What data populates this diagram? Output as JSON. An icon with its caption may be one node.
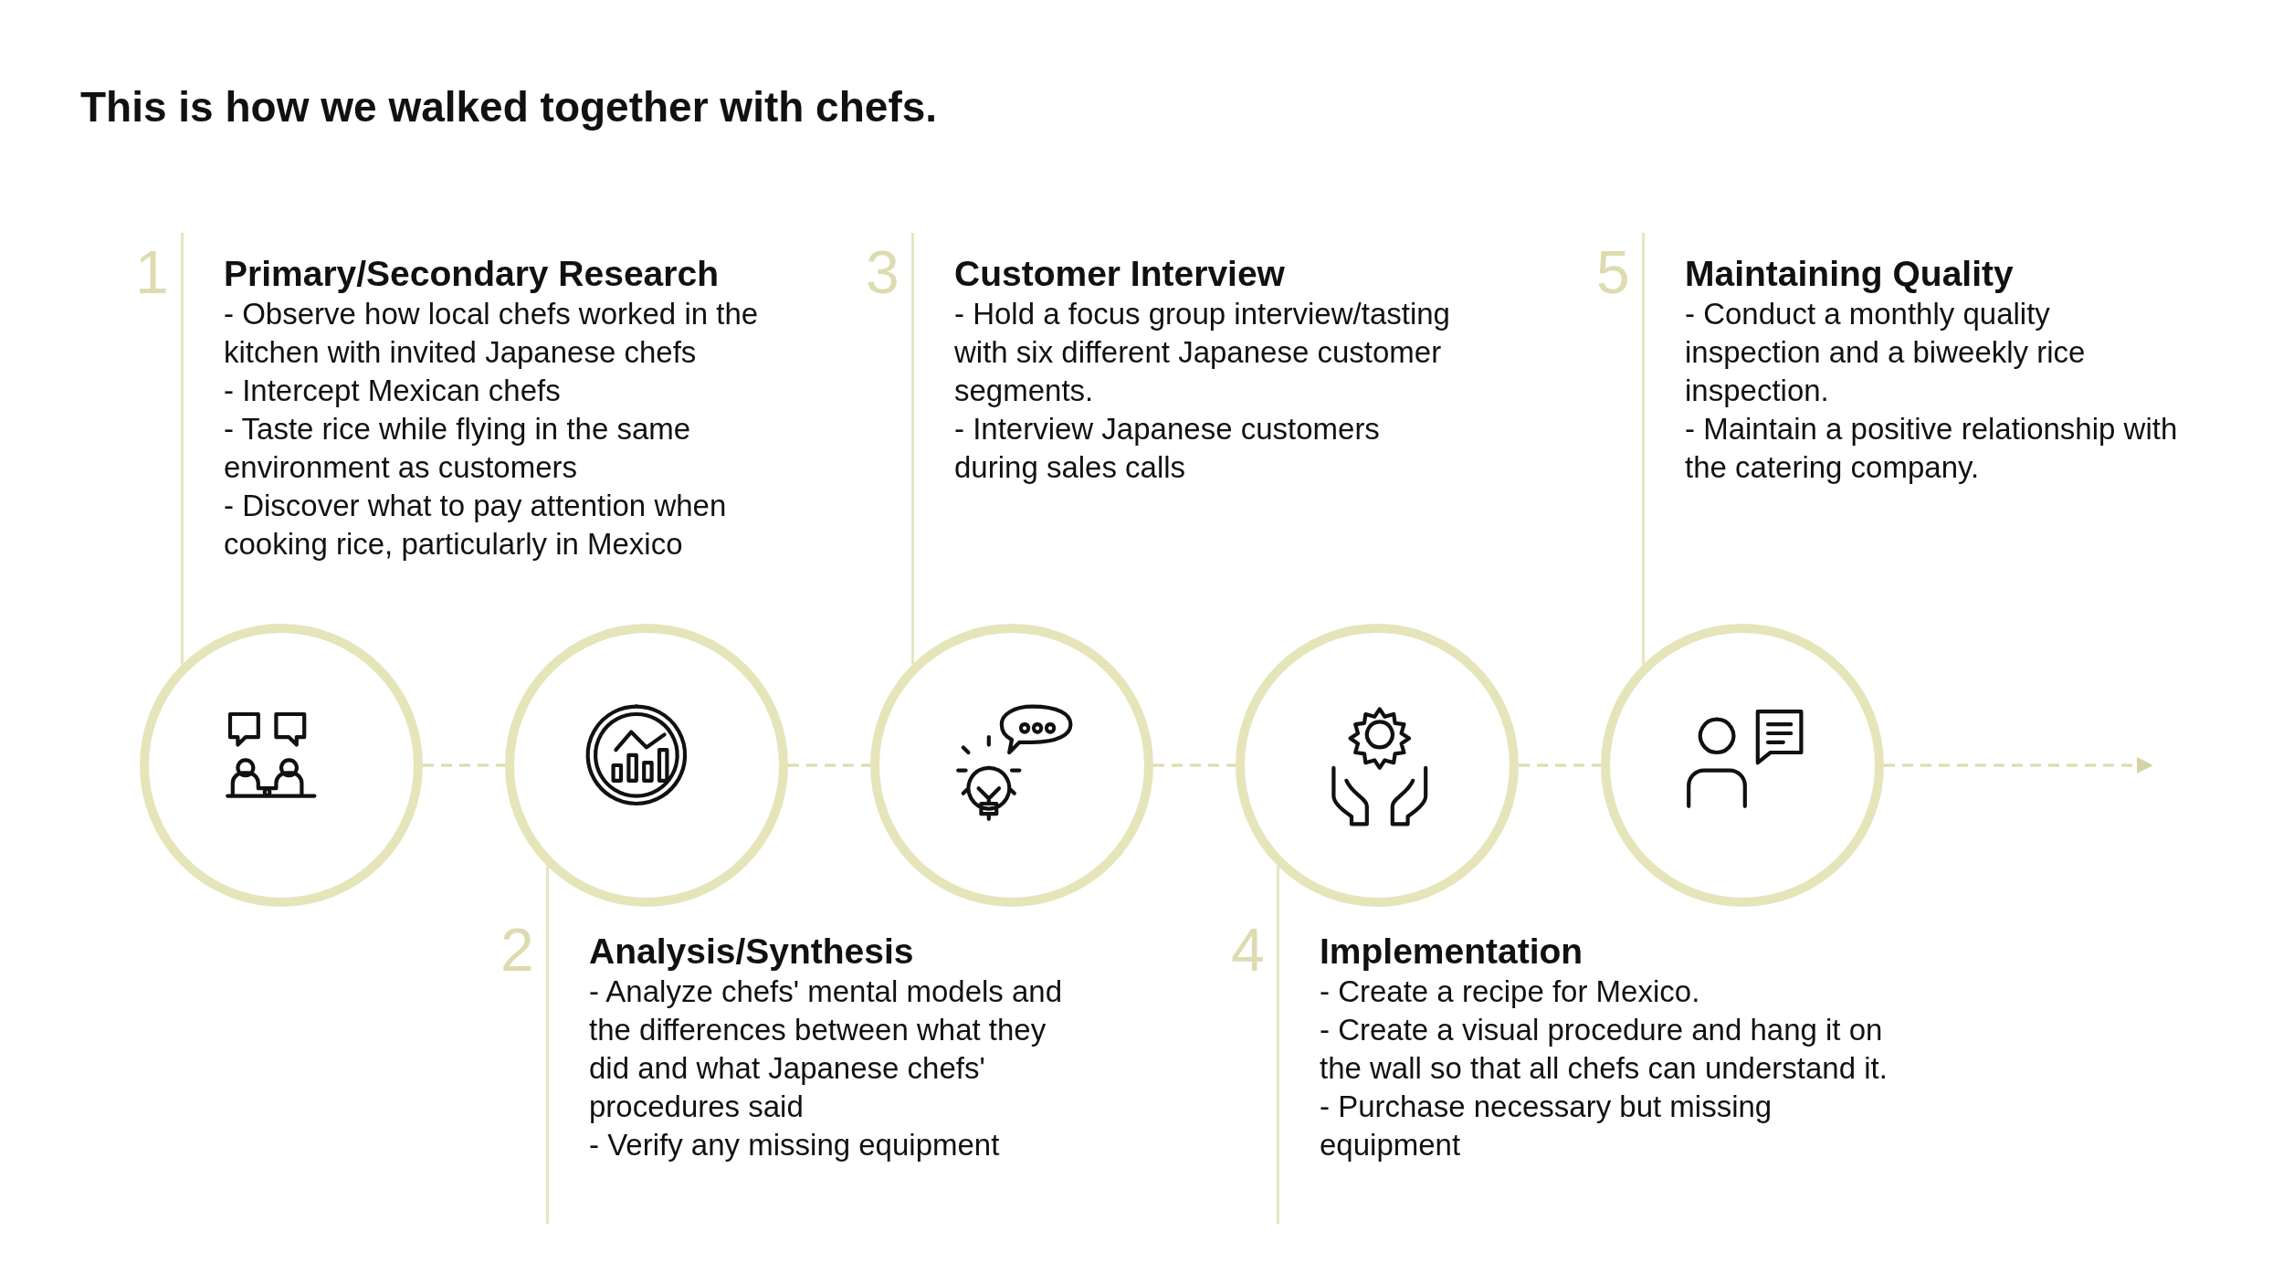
{
  "diagram": {
    "title": "This is how we walked together with chefs.",
    "nodes": [
      {
        "text": [
          "Primary/Secondary Research",
          "- Observe how local chefs worked in the kitchen with invited Japanese chefs",
          "- Intercept Mexican chefs",
          "- Taste rice while flying in the same environment as customers",
          "- Discover what to pay attention when cooking rice, particularly in Mexico"
        ],
        "beside": [
          "1"
        ]
      },
      {
        "text": [
          "Customer Interview",
          "- Hold a focus group interview/tasting with six different Japanese customer segments.",
          "- Interview Japanese customers during sales calls"
        ],
        "beside": [
          "3"
        ]
      },
      {
        "text": [
          "Maintaining Quality",
          "- Conduct a monthly quality inspection and a biweekly rice inspection.",
          "- Maintain a positive relationship with the catering company."
        ],
        "beside": [
          "5"
        ]
      },
      {
        "text": [],
        "shape": "circle"
      },
      {
        "text": [],
        "shape": "circle"
      },
      {
        "text": [],
        "shape": "circle"
      },
      {
        "text": [],
        "shape": "circle"
      },
      {
        "text": [],
        "shape": "circle"
      },
      {
        "text": [
          "Analysis/Synthesis",
          "- Analyze chefs' mental models and the differences between what they did and what Japanese chefs' procedures said",
          "- Verify any missing equipment"
        ],
        "beside": [
          "2"
        ]
      },
      {
        "text": [
          "Implementation",
          "- Create a recipe for Mexico.",
          "- Create a visual procedure and hang it on the wall so that all chefs can understand it.",
          "- Purchase necessary but missing equipment"
        ],
        "beside": [
          "4"
        ]
      }
    ],
    "edges": [
      {
        "from": 3,
        "to": 4,
        "arrow": "none",
        "style": "dashed"
      },
      {
        "from": 4,
        "to": 5,
        "arrow": "none",
        "style": "dashed"
      },
      {
        "from": 5,
        "to": 6,
        "arrow": "none",
        "style": "dashed"
      },
      {
        "from": 6,
        "to": 7,
        "arrow": "none",
        "style": "dashed"
      },
      {
        "from": 7,
        "to": null,
        "arrow": "to",
        "style": "dashed"
      },
      {
        "from": 0,
        "to": 3,
        "arrow": "none"
      },
      {
        "from": 8,
        "to": 4,
        "arrow": "none"
      },
      {
        "from": 1,
        "to": 5,
        "arrow": "none"
      },
      {
        "from": 9,
        "to": 6,
        "arrow": "none"
      },
      {
        "from": 2,
        "to": 7,
        "arrow": "none"
      }
    ]
  }
}
